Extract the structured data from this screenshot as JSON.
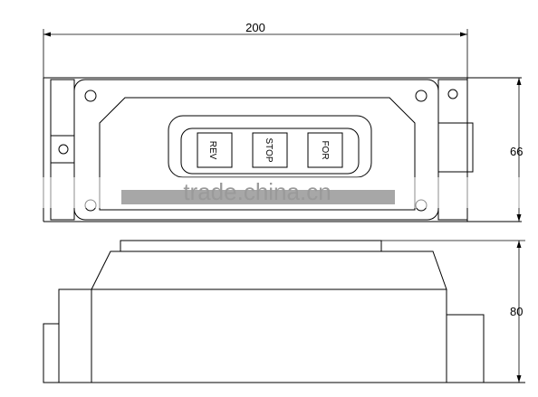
{
  "dimensions": {
    "width": "200",
    "height_top": "66",
    "height_side": "80"
  },
  "buttons": {
    "rev": "REV",
    "stop": "STOP",
    "for": "FOR"
  },
  "watermark": "trade.china.cn"
}
